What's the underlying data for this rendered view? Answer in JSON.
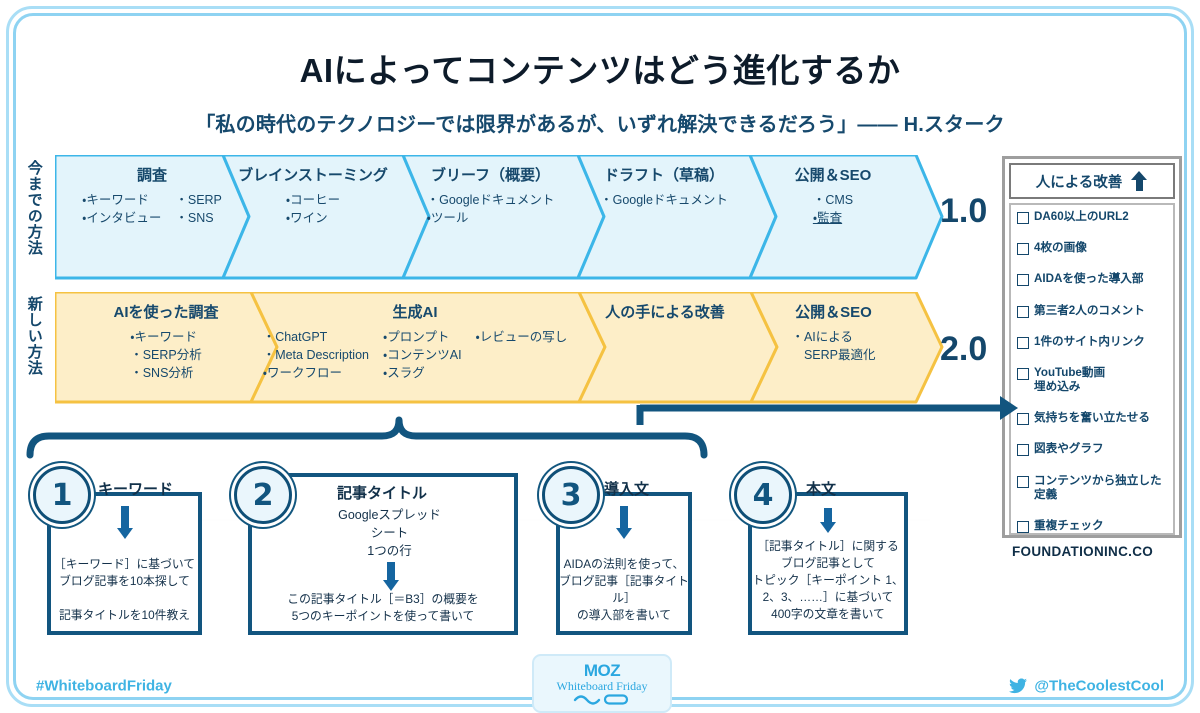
{
  "header": {
    "title": "AIによってコンテンツはどう進化するか",
    "subtitle": "「私の時代のテクノロジーでは限界があるが、いずれ解決できるだろう」—— H.スターク"
  },
  "side_labels": {
    "old": "今までの方法",
    "new": "新しい方法"
  },
  "versions": {
    "old": "1.0",
    "new": "2.0"
  },
  "flow_old": {
    "steps": [
      {
        "title": "調査",
        "columns": [
          [
            "・キーワード",
            "・インタビュー"
          ],
          [
            "・SERP",
            "・SNS"
          ]
        ]
      },
      {
        "title": "ブレインストーミング",
        "columns": [
          [
            "・コーヒー",
            "・ワイン"
          ]
        ]
      },
      {
        "title": "ブリーフ（概要）",
        "columns": [
          [
            "・Googleドキュメント",
            "・ツール"
          ]
        ]
      },
      {
        "title": "ドラフト（草稿）",
        "columns": [
          [
            "・Googleドキュメント"
          ]
        ]
      },
      {
        "title": "公開＆SEO",
        "columns": [
          [
            "・CMS",
            "・監査"
          ]
        ]
      }
    ]
  },
  "flow_new": {
    "steps": [
      {
        "title": "AIを使った調査",
        "columns": [
          [
            "・キーワード",
            "・SERP分析",
            "・SNS分析"
          ]
        ]
      },
      {
        "title": "生成AI",
        "columns": [
          [
            "・ChatGPT",
            "・Meta Description",
            "・ワークフロー"
          ],
          [
            "・プロンプト",
            "・コンテンツAI",
            "・スラグ"
          ],
          [
            "・レビューの写し"
          ]
        ]
      },
      {
        "title": "人の手による改善",
        "columns": []
      },
      {
        "title": "公開＆SEO",
        "columns": [
          [
            "・AIによる",
            "　SERP最適化"
          ]
        ]
      }
    ]
  },
  "checklist": {
    "header": "人による改善",
    "header_icon": "up-arrow-icon",
    "items": [
      "DA60以上のURL2",
      "4枚の画像",
      "AIDAを使った導入部",
      "第三者2人のコメント",
      "1件のサイト内リンク",
      "YouTube動画\n埋め込み",
      "気持ちを奮い立たせる",
      "図表やグラフ",
      "コンテンツから独立した\n定義",
      "重複チェック"
    ],
    "brand": "FOUNDATIONINC.CO"
  },
  "cards": [
    {
      "number": "1",
      "title": "キーワード",
      "text": "［キーワード］に基づいて\nブログ記事を10本探して\n\n記事タイトルを10件教え"
    },
    {
      "number": "2",
      "title": "記事タイトル",
      "loop_text": "Googleスプレッド\nシート\n1つの行",
      "text": "この記事タイトル［＝B3］の概要を\n5つのキーポイントを使って書いて"
    },
    {
      "number": "3",
      "title": "導入文",
      "text": "AIDAの法則を使って、\nブログ記事［記事タイトル］\nの導入部を書いて"
    },
    {
      "number": "4",
      "title": "本文",
      "text": "［記事タイトル］に関する\nブログ記事として\nトピック［キーポイント 1、\n2、3、……］に基づいて\n400字の文章を書いて"
    }
  ],
  "footer": {
    "hashtag": "#WhiteboardFriday",
    "handle": "@TheCoolestCool",
    "twitter_icon": "twitter-bird-icon",
    "logo_mark": "MOZ",
    "logo_sub": "Whiteboard Friday"
  },
  "colors": {
    "blue_border": "#3cb6e8",
    "blue_fill": "#e3f4fb",
    "yellow_border": "#f5c242",
    "yellow_fill": "#fdeec8",
    "deep_blue": "#14476b",
    "accent": "#2aa7e0"
  }
}
